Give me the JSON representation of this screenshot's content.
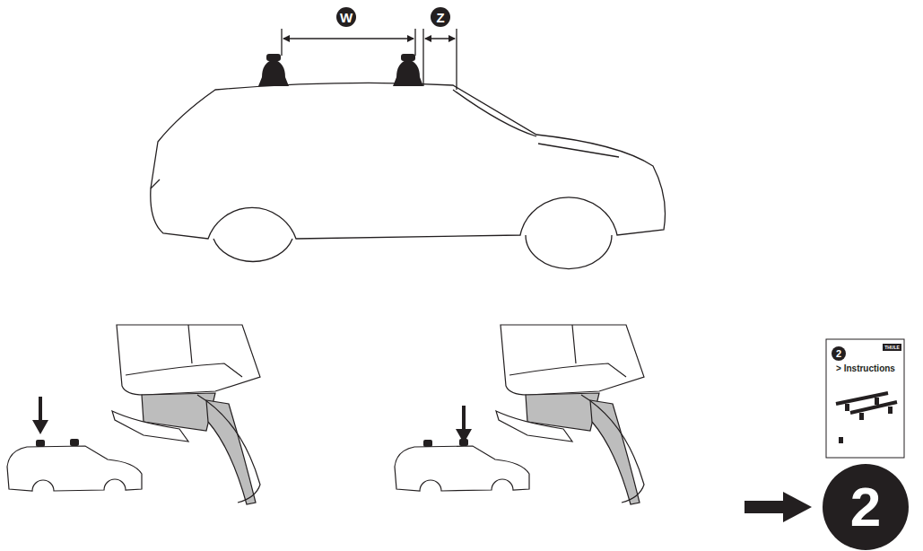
{
  "diagram": {
    "labels": [
      "W",
      "Z",
      "2",
      "THULE",
      "> Instructions",
      "2"
    ]
  }
}
